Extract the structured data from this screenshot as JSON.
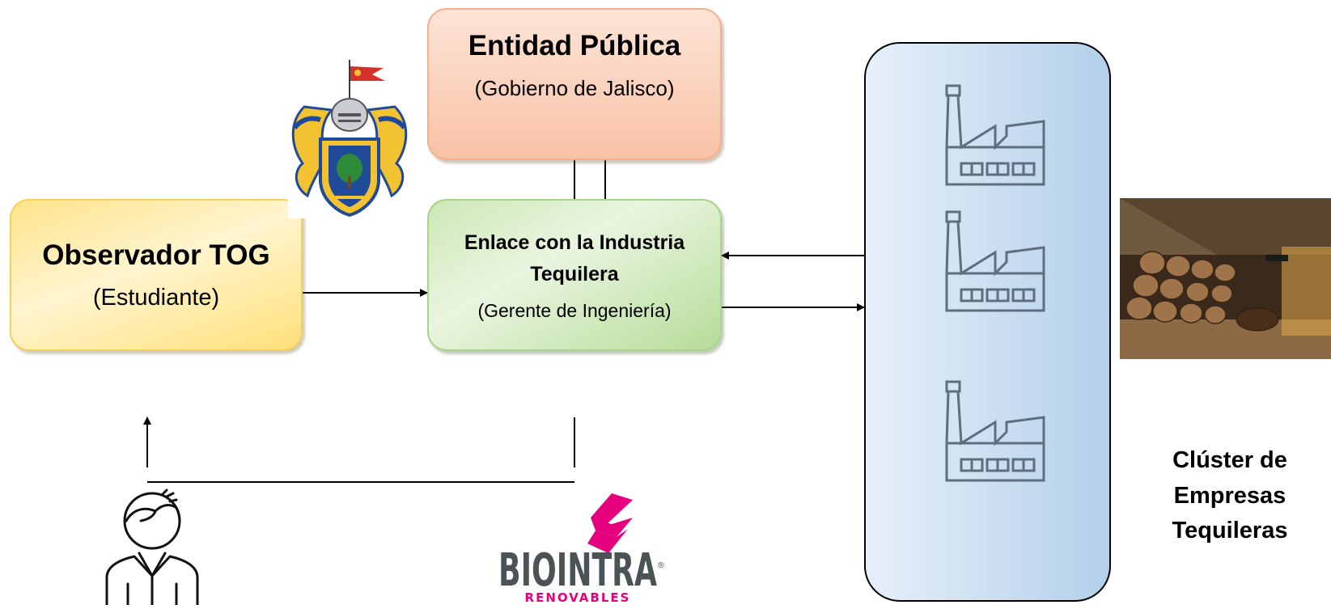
{
  "boxes": {
    "observador": {
      "title": "Observador TOG",
      "subtitle": "(Estudiante)"
    },
    "entidad": {
      "title": "Entidad Pública",
      "subtitle": "(Gobierno de Jalisco)"
    },
    "enlace": {
      "title_line1": "Enlace con la Industria",
      "title_line2": "Tequilera",
      "subtitle": "(Gerente de Ingeniería)"
    }
  },
  "cluster": {
    "label_lines": [
      "Clúster de",
      "Empresas",
      "Tequileras"
    ]
  },
  "logos": {
    "biointra_main": "BIOINTRA",
    "biointra_sub": "RENOVABLES",
    "biointra_mark": "®"
  },
  "icons": {
    "factory": "factory-icon",
    "student": "student-icon",
    "coat_of_arms": "jalisco-coat-of-arms",
    "photo": "barrel-cellar-photo"
  },
  "colors": {
    "observador_fill": "#fde38a",
    "entidad_fill": "#f8c2a6",
    "enlace_fill": "#b6dc99",
    "cluster_fill": "#b4d0ea",
    "factory_stroke": "#5f6e7e",
    "biointra_pink": "#e6007e",
    "biointra_gray": "#4a5356"
  }
}
